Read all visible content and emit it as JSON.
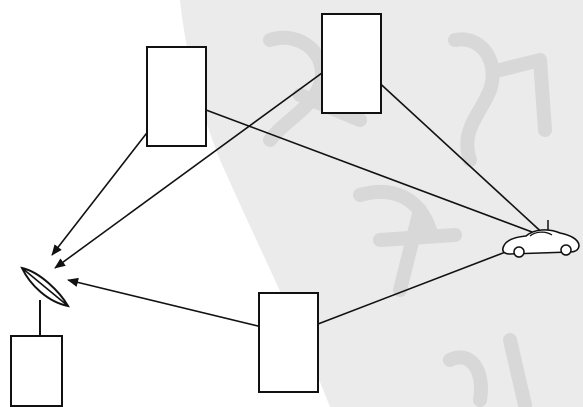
{
  "diagram": {
    "description_free": true,
    "colors": {
      "line": "#111111",
      "background": "#ffffff",
      "watermark": "#ebebeb",
      "watermark_ink": "#d6d6d6"
    },
    "elements": {
      "transmitter": "car-icon",
      "receiver": "satellite-dish-icon",
      "reflectors": [
        "building-left",
        "building-top",
        "building-bottom"
      ],
      "receiver_base": "receiver-base-box"
    }
  }
}
